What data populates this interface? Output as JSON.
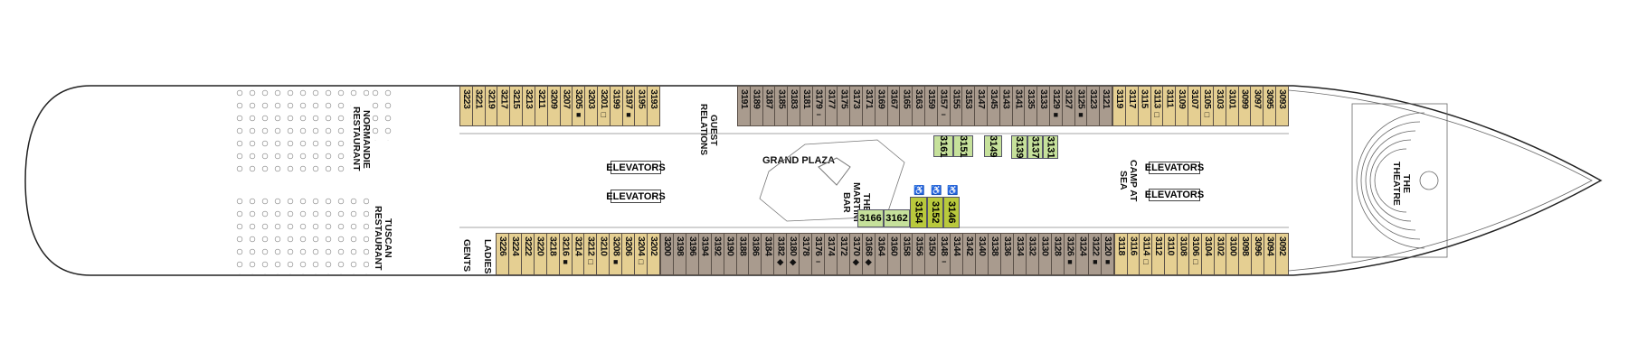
{
  "deck_plan": {
    "venues": {
      "normandie": "NORMANDIE RESTAURANT",
      "tuscan": "TUSCAN RESTAURANT",
      "guest_relations": "GUEST RELATIONS",
      "grand_plaza": "GRAND PLAZA",
      "martini_bar": "THE MARTINI BAR",
      "camp_at_sea": "CAMP AT SEA",
      "theatre": "THE THEATRE",
      "gents": "GENTS",
      "ladies": "LADIES",
      "elevators": "ELEVATORS"
    },
    "colors": {
      "standard": "#e5cf92",
      "interior": "#a99b8e",
      "suite": "#c6e19b",
      "accessible": "#b9c93c"
    },
    "marks": {
      "filled-square": "■",
      "open-square": "□",
      "diamond": "◆",
      "dash": "−"
    },
    "top_beige_aft": [
      {
        "num": "3223"
      },
      {
        "num": "3221"
      },
      {
        "num": "3219"
      },
      {
        "num": "3217"
      },
      {
        "num": "3215"
      },
      {
        "num": "3213"
      },
      {
        "num": "3211"
      },
      {
        "num": "3209"
      },
      {
        "num": "3207"
      },
      {
        "num": "3205",
        "mark": "■"
      },
      {
        "num": "3203"
      },
      {
        "num": "3201",
        "mark": "□"
      },
      {
        "num": "3199"
      },
      {
        "num": "3197",
        "mark": "■"
      },
      {
        "num": "3195"
      },
      {
        "num": "3193"
      }
    ],
    "top_grey": [
      {
        "num": "3191"
      },
      {
        "num": "3189"
      },
      {
        "num": "3187"
      },
      {
        "num": "3185"
      },
      {
        "num": "3183"
      },
      {
        "num": "3181"
      },
      {
        "num": "3179",
        "mark": "−"
      },
      {
        "num": "3177"
      },
      {
        "num": "3175"
      },
      {
        "num": "3173"
      },
      {
        "num": "3171"
      },
      {
        "num": "3169"
      },
      {
        "num": "3167"
      },
      {
        "num": "3165"
      },
      {
        "num": "3163"
      },
      {
        "num": "3159"
      },
      {
        "num": "3157",
        "mark": "−"
      },
      {
        "num": "3155"
      },
      {
        "num": "3153"
      },
      {
        "num": "3147"
      },
      {
        "num": "3145"
      },
      {
        "num": "3143"
      },
      {
        "num": "3141"
      },
      {
        "num": "3135"
      },
      {
        "num": "3133"
      },
      {
        "num": "3129",
        "mark": "■"
      },
      {
        "num": "3127"
      },
      {
        "num": "3125",
        "mark": "■"
      },
      {
        "num": "3123"
      },
      {
        "num": "3121"
      }
    ],
    "top_beige_fwd": [
      {
        "num": "3119"
      },
      {
        "num": "3117"
      },
      {
        "num": "3115"
      },
      {
        "num": "3113",
        "mark": "□"
      },
      {
        "num": "3111"
      },
      {
        "num": "3109"
      },
      {
        "num": "3107"
      },
      {
        "num": "3105",
        "mark": "□"
      },
      {
        "num": "3103"
      },
      {
        "num": "3101"
      },
      {
        "num": "3099"
      },
      {
        "num": "3097"
      },
      {
        "num": "3095"
      },
      {
        "num": "3093"
      }
    ],
    "bottom_beige_aft": [
      {
        "num": "3226"
      },
      {
        "num": "3224"
      },
      {
        "num": "3222"
      },
      {
        "num": "3220"
      },
      {
        "num": "3218"
      },
      {
        "num": "3216",
        "mark": "■"
      },
      {
        "num": "3214"
      },
      {
        "num": "3212",
        "mark": "□"
      },
      {
        "num": "3210"
      },
      {
        "num": "3208",
        "mark": "■"
      },
      {
        "num": "3206"
      },
      {
        "num": "3204",
        "mark": "□"
      },
      {
        "num": "3202"
      }
    ],
    "bottom_grey": [
      {
        "num": "3200"
      },
      {
        "num": "3198"
      },
      {
        "num": "3196"
      },
      {
        "num": "3194"
      },
      {
        "num": "3192"
      },
      {
        "num": "3190"
      },
      {
        "num": "3188"
      },
      {
        "num": "3186"
      },
      {
        "num": "3184"
      },
      {
        "num": "3182",
        "mark": "◆"
      },
      {
        "num": "3180",
        "mark": "◆"
      },
      {
        "num": "3178"
      },
      {
        "num": "3176",
        "mark": "−"
      },
      {
        "num": "3174"
      },
      {
        "num": "3172"
      },
      {
        "num": "3170",
        "mark": "◆"
      },
      {
        "num": "3168",
        "mark": "◆"
      },
      {
        "num": "3164"
      },
      {
        "num": "3160"
      },
      {
        "num": "3158"
      },
      {
        "num": "3156"
      },
      {
        "num": "3150"
      },
      {
        "num": "3148",
        "mark": "−"
      },
      {
        "num": "3144"
      },
      {
        "num": "3142"
      },
      {
        "num": "3140"
      },
      {
        "num": "3138"
      },
      {
        "num": "3136"
      },
      {
        "num": "3134"
      },
      {
        "num": "3132"
      },
      {
        "num": "3130"
      },
      {
        "num": "3128"
      },
      {
        "num": "3126",
        "mark": "■"
      },
      {
        "num": "3124"
      },
      {
        "num": "3122",
        "mark": "■"
      },
      {
        "num": "3120",
        "mark": "■"
      }
    ],
    "bottom_beige_fwd": [
      {
        "num": "3118"
      },
      {
        "num": "3116"
      },
      {
        "num": "3114",
        "mark": "□"
      },
      {
        "num": "3112"
      },
      {
        "num": "3110"
      },
      {
        "num": "3108"
      },
      {
        "num": "3106",
        "mark": "□"
      },
      {
        "num": "3104"
      },
      {
        "num": "3102"
      },
      {
        "num": "3100"
      },
      {
        "num": "3098"
      },
      {
        "num": "3096"
      },
      {
        "num": "3094"
      },
      {
        "num": "3092"
      }
    ],
    "inner_suites_top": [
      "3161",
      "3151",
      "3149",
      "3139",
      "3137",
      "3131"
    ],
    "inner_suites_bottom": [
      "3166",
      "3162"
    ],
    "accessible_cabins": [
      "3154",
      "3152",
      "3146"
    ],
    "accessible_icon": "wheelchair-icon"
  }
}
